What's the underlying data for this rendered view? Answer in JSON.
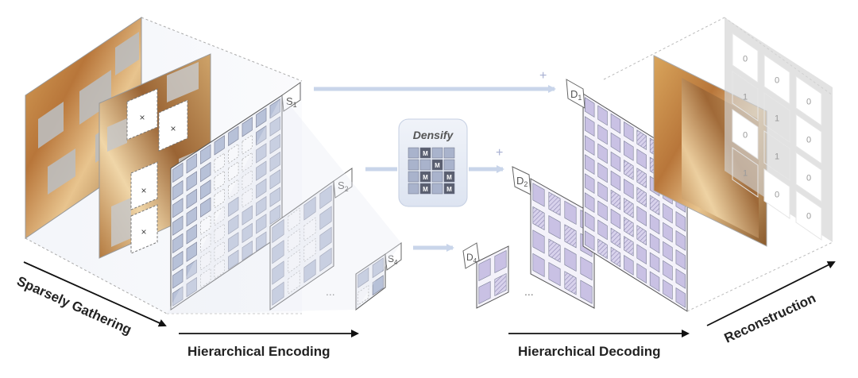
{
  "labels": {
    "sparsely_gathering": "Sparsely Gathering",
    "hierarchical_encoding": "Hierarchical Encoding",
    "hierarchical_decoding": "Hierarchical Decoding",
    "reconstruction": "Reconstruction",
    "densify": "Densify"
  },
  "encoder_features": [
    "S",
    "S",
    "S"
  ],
  "encoder_subscripts": [
    "1",
    "2",
    "4"
  ],
  "decoder_features": [
    "D",
    "D",
    "D"
  ],
  "decoder_subscripts": [
    "1",
    "2",
    "4"
  ],
  "mask_token": "M",
  "plus_sign": "+",
  "ellipsis": "...",
  "masked_patch_symbol": "×",
  "mask_grid": [
    "0",
    "0",
    "0",
    "1",
    "1",
    "0",
    "0",
    "1",
    "0",
    "1",
    "0",
    "0"
  ],
  "colors": {
    "encoder_cell": "#b7c1d8",
    "decoder_cell": "#c9c1e4",
    "arrow": "#c9d5ea",
    "densify_box": "#e4eaf4",
    "mask_panel": "#c4c4c4"
  }
}
